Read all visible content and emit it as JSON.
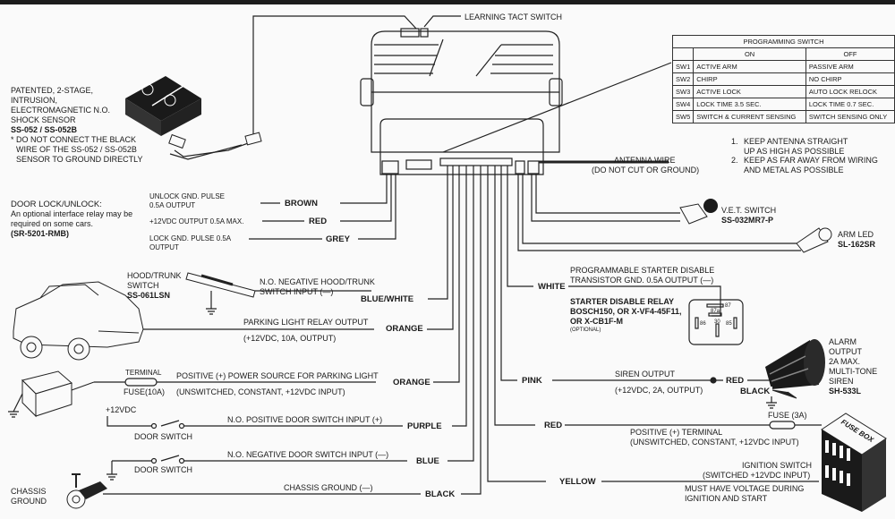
{
  "diagram": {
    "title": "Car Alarm Wiring Diagram",
    "control_unit": {
      "learning_switch_label": "LEARNING TACT SWITCH"
    },
    "programming_switch": {
      "title": "PROGRAMMING SWITCH",
      "col_on": "ON",
      "col_off": "OFF",
      "rows": [
        {
          "sw": "SW1",
          "on": "ACTIVE ARM",
          "off": "PASSIVE ARM"
        },
        {
          "sw": "SW2",
          "on": "CHIRP",
          "off": "NO CHIRP"
        },
        {
          "sw": "SW3",
          "on": "ACTIVE LOCK",
          "off": "AUTO LOCK RELOCK"
        },
        {
          "sw": "SW4",
          "on": "LOCK TIME 3.5 SEC.",
          "off": "LOCK TIME 0.7 SEC."
        },
        {
          "sw": "SW5",
          "on": "SWITCH & CURRENT SENSING",
          "off": "SWITCH SENSING ONLY"
        }
      ]
    },
    "shock_sensor": {
      "lines": [
        "PATENTED, 2-STAGE,",
        "INTRUSION,",
        "ELECTROMAGNETIC N.O.",
        "SHOCK SENSOR"
      ],
      "model": "SS-052 / SS-052B",
      "warning": [
        "* DO NOT CONNECT THE BLACK",
        "WIRE OF THE SS-052 / SS-052B",
        "SENSOR TO GROUND DIRECTLY"
      ]
    },
    "antenna": {
      "label": "ANTENNA WIRE",
      "sub": "(DO NOT CUT OR GROUND)",
      "notes": [
        "KEEP ANTENNA STRAIGHT UP AS HIGH AS POSSIBLE",
        "KEEP AS FAR AWAY FROM WIRING AND METAL AS POSSIBLE"
      ]
    },
    "vet_switch": {
      "name": "V.E.T. SWITCH",
      "model": "SS-032MR7-P"
    },
    "arm_led": {
      "name": "ARM LED",
      "model": "SL-162SR"
    },
    "door_lock": {
      "title": "DOOR LOCK/UNLOCK:",
      "desc1": "An optional interface relay may be",
      "desc2": "required on some cars.",
      "model": "(SR-5201-RMB)",
      "unlock": [
        "UNLOCK GND. PULSE",
        "0.5A OUTPUT"
      ],
      "power": "+12VDC OUTPUT 0.5A MAX.",
      "lock": [
        "LOCK GND. PULSE 0.5A",
        "OUTPUT"
      ]
    },
    "hood_switch": {
      "name": [
        "HOOD/TRUNK",
        "SWITCH"
      ],
      "model": "SS-061LSN",
      "desc": [
        "N.O. NEGATIVE HOOD/TRUNK",
        "SWITCH INPUT (—)"
      ]
    },
    "parking_light": {
      "desc": "PARKING LIGHT RELAY OUTPUT",
      "sub": "(+12VDC, 10A, OUTPUT)"
    },
    "power_source": {
      "terminal": "TERMINAL",
      "fuse": "FUSE(10A)",
      "desc": "POSITIVE (+) POWER SOURCE FOR PARKING LIGHT",
      "sub": "(UNSWITCHED, CONSTANT, +12VDC INPUT)"
    },
    "pos_door": {
      "supply": "+12VDC",
      "switch": "DOOR SWITCH",
      "desc": "N.O. POSITIVE DOOR SWITCH INPUT (+)"
    },
    "neg_door": {
      "switch": "DOOR SWITCH",
      "desc": "N.O. NEGATIVE DOOR SWITCH INPUT (—)"
    },
    "chassis": {
      "name": [
        "CHASSIS",
        "GROUND"
      ],
      "desc": "CHASSIS GROUND (—)"
    },
    "starter": {
      "desc": [
        "PROGRAMMABLE STARTER DISABLE",
        "TRANSISTOR GND. 0.5A OUTPUT (—)"
      ],
      "relay": [
        "STARTER DISABLE RELAY",
        "BOSCH150, OR X-VF4-45F11,",
        "OR X-CB1F-M"
      ],
      "optional": "(OPTIONAL)",
      "pins": [
        "87",
        "87a",
        "86",
        "30",
        "85"
      ]
    },
    "siren": {
      "desc": "SIREN OUTPUT",
      "sub": "(+12VDC, 2A, OUTPUT)",
      "info": [
        "ALARM",
        "OUTPUT",
        "2A MAX.",
        "MULTI-TONE",
        "SIREN",
        "SH-533L"
      ]
    },
    "constant": {
      "fuse": "FUSE (3A)",
      "desc": "POSITIVE (+) TERMINAL",
      "sub": "(UNSWITCHED, CONSTANT, +12VDC INPUT)",
      "fusebox": "FUSE BOX"
    },
    "ignition": {
      "desc": [
        "IGNITION SWITCH",
        "(SWITCHED +12VDC INPUT)"
      ],
      "note": [
        "MUST HAVE VOLTAGE DURING",
        "IGNITION AND START"
      ]
    },
    "wire_colors": {
      "brown": "BROWN",
      "red": "RED",
      "grey": "GREY",
      "blue_white": "BLUE/WHITE",
      "orange": "ORANGE",
      "purple": "PURPLE",
      "blue": "BLUE",
      "black": "BLACK",
      "white": "WHITE",
      "pink": "PINK",
      "yellow": "YELLOW"
    }
  }
}
